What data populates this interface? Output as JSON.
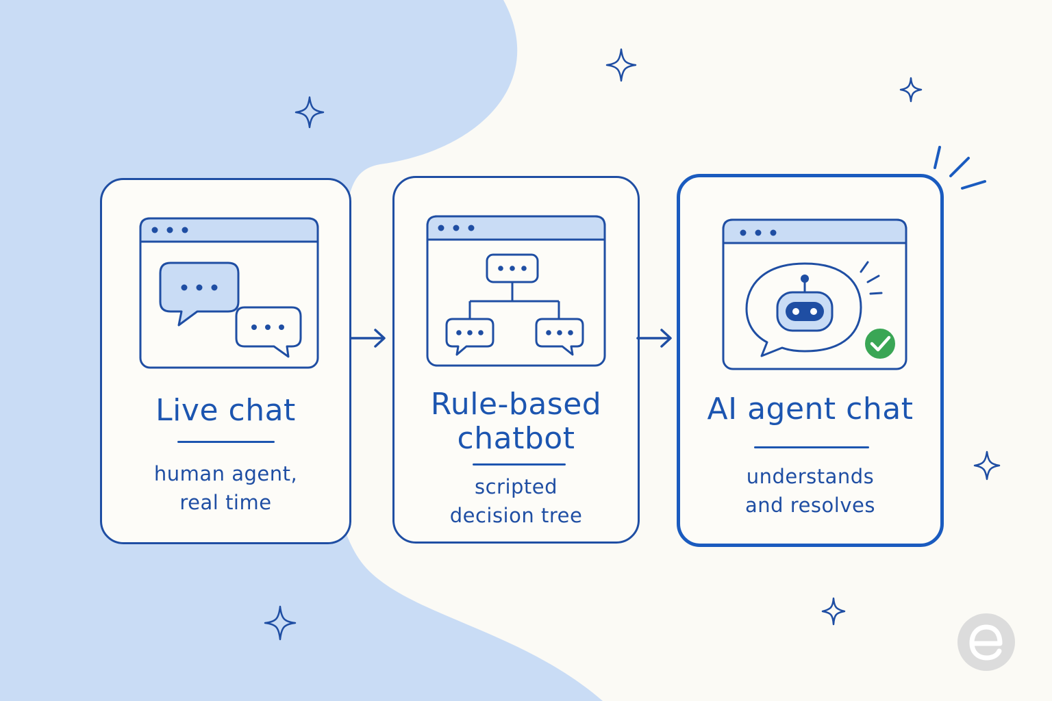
{
  "colors": {
    "accent": "#1c55b0",
    "light_fill": "#c9dcf5",
    "check_green": "#3aa655",
    "logo_gray": "#dcdcdc"
  },
  "stages": [
    {
      "title_lines": [
        "Live chat"
      ],
      "desc_lines": [
        "human agent,",
        "real time"
      ],
      "icon": "two-chat-bubbles-icon"
    },
    {
      "title_lines": [
        "Rule-based",
        "chatbot"
      ],
      "desc_lines": [
        "scripted",
        "decision tree"
      ],
      "icon": "decision-tree-icon"
    },
    {
      "title_lines": [
        "AI agent chat"
      ],
      "desc_lines": [
        "understands",
        "and resolves"
      ],
      "icon": "robot-chat-icon"
    }
  ],
  "connectors": [
    "arrow-right-icon",
    "arrow-right-icon"
  ],
  "decorations": [
    "sparkle-icon",
    "logo-e-icon"
  ]
}
